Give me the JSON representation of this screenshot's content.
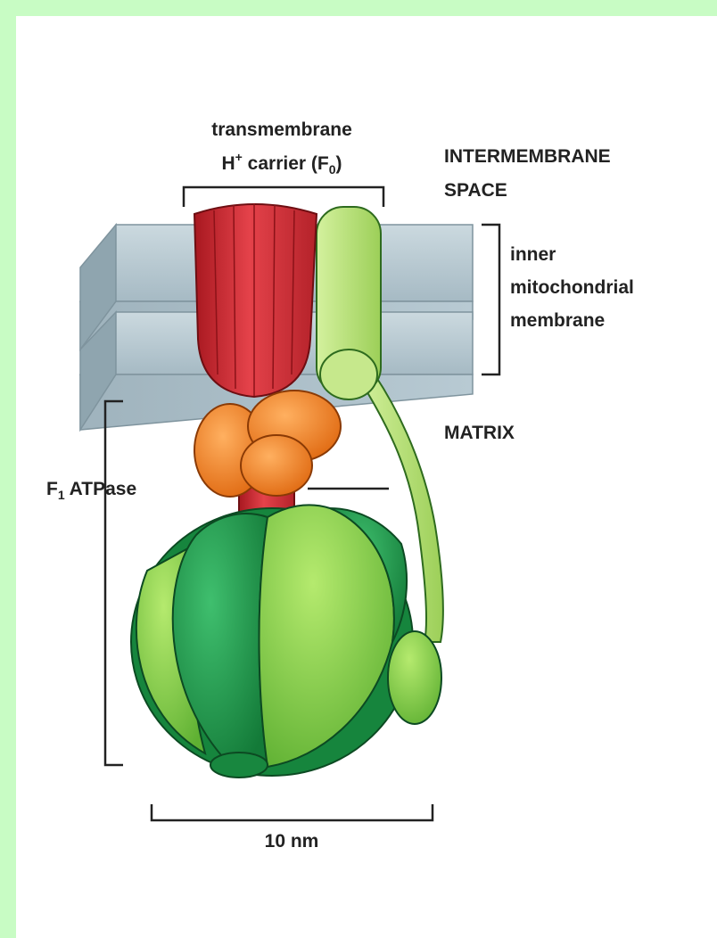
{
  "labels": {
    "fo_line1": "transmembrane",
    "fo_line2_a": "H",
    "fo_line2_sup": "+",
    "fo_line2_b": " carrier (F",
    "fo_line2_sub": "0",
    "fo_line2_c": ")",
    "intermembrane_1": "INTERMEMBRANE",
    "intermembrane_2": "SPACE",
    "inner_1": "inner",
    "inner_2": "mitochondrial",
    "inner_3": "membrane",
    "matrix": "MATRIX",
    "f1_a": "F",
    "f1_sub": "1",
    "f1_b": " ATPase",
    "scale": "10 nm"
  },
  "colors": {
    "background": "#c8fcc4",
    "membrane": "#a9bfc9",
    "fo_red": "#d8313a",
    "orange": "#f08a2a",
    "dark_green": "#1f9a4c",
    "light_green": "#8cd34c",
    "stator": "#b6e07a"
  }
}
